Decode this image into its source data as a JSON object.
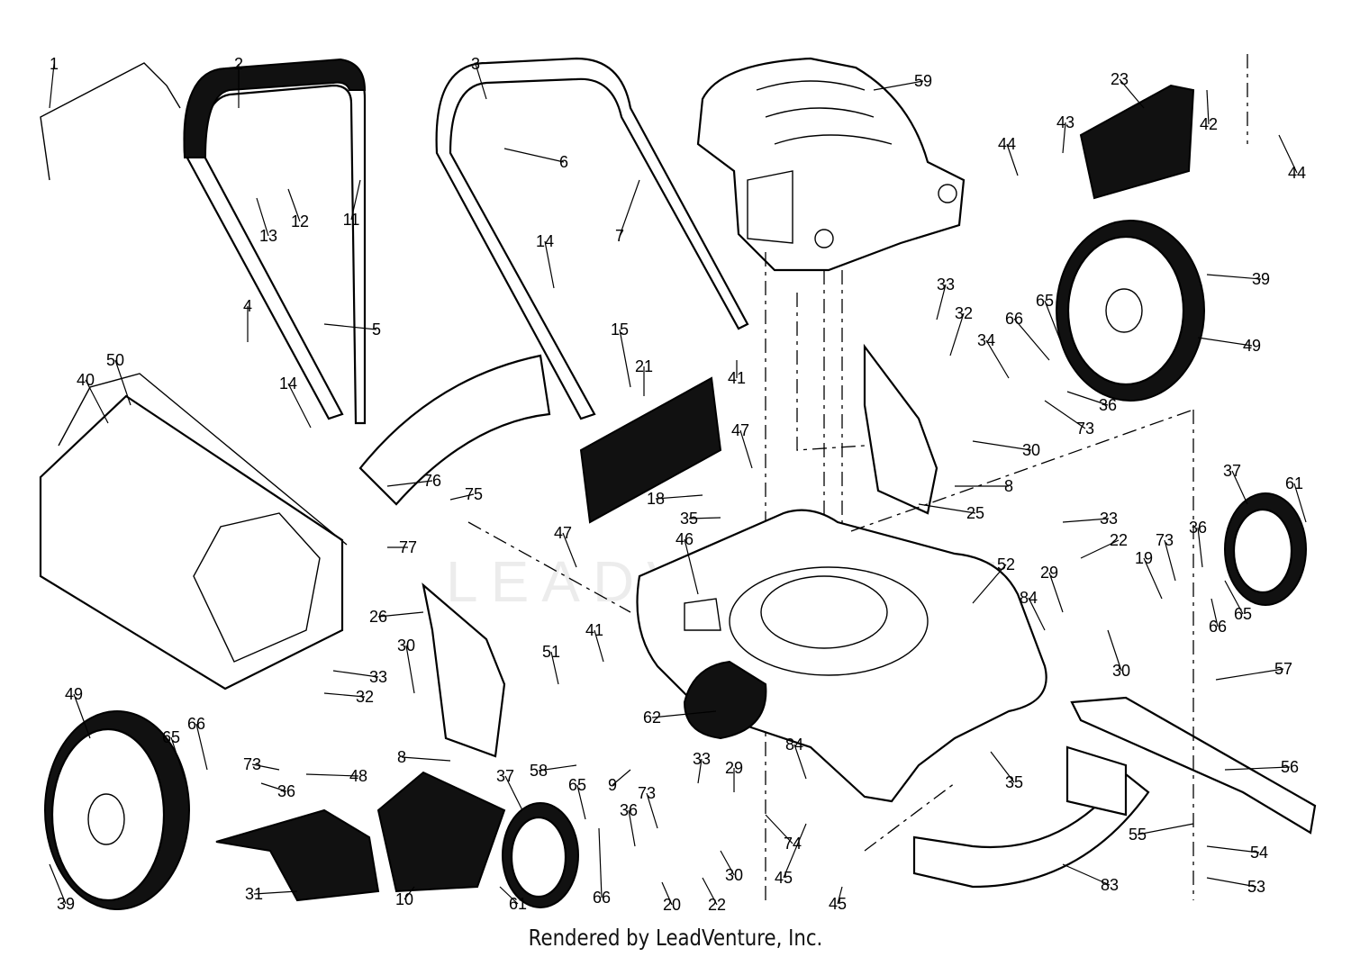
{
  "diagram": {
    "callouts": [
      "1",
      "2",
      "3",
      "4",
      "5",
      "6",
      "7",
      "8",
      "9",
      "10",
      "11",
      "12",
      "13",
      "14",
      "15",
      "18",
      "19",
      "20",
      "21",
      "22",
      "23",
      "25",
      "26",
      "29",
      "30",
      "31",
      "32",
      "33",
      "34",
      "35",
      "36",
      "37",
      "39",
      "40",
      "41",
      "42",
      "43",
      "44",
      "45",
      "46",
      "47",
      "48",
      "49",
      "50",
      "51",
      "52",
      "53",
      "54",
      "55",
      "56",
      "57",
      "58",
      "59",
      "61",
      "62",
      "65",
      "66",
      "73",
      "74",
      "75",
      "76",
      "77",
      "83",
      "84"
    ],
    "watermark": "LEADVENTURE"
  },
  "footer": {
    "text": "Rendered by LeadVenture, Inc."
  }
}
